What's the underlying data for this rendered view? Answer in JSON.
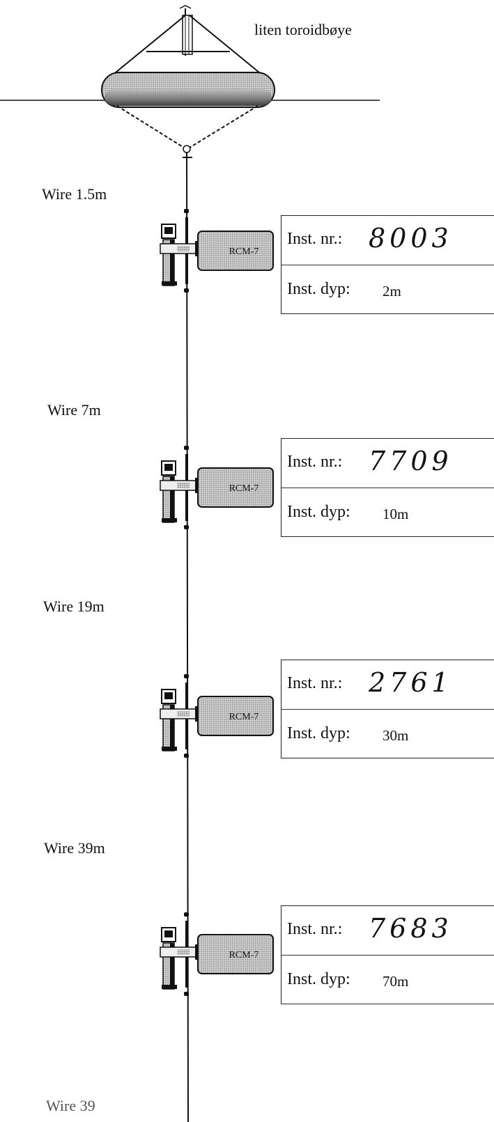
{
  "buoy": {
    "label": "liten toroidbøye"
  },
  "wires": [
    {
      "label": "Wire  1.5m"
    },
    {
      "label": "Wire 7m"
    },
    {
      "label": "Wire 19m"
    },
    {
      "label": "Wire 39m"
    },
    {
      "label": "Wire 39"
    }
  ],
  "instrument_type": "RCM-7",
  "instruments": [
    {
      "nr_label": "Inst. nr.:",
      "nr": "8003",
      "dyp_label": "Inst. dyp:",
      "dyp": "2m"
    },
    {
      "nr_label": "Inst. nr.:",
      "nr": "7709",
      "dyp_label": "Inst. dyp:",
      "dyp": "10m"
    },
    {
      "nr_label": "Inst. nr.:",
      "nr": "2761",
      "dyp_label": "Inst. dyp:",
      "dyp": "30m"
    },
    {
      "nr_label": "Inst. nr.:",
      "nr": "7683",
      "dyp_label": "Inst. dyp:",
      "dyp": "70m"
    }
  ],
  "colors": {
    "line": "#111111",
    "shade": "#9a9a9a",
    "instrument_fill": "#c8c8c8"
  }
}
